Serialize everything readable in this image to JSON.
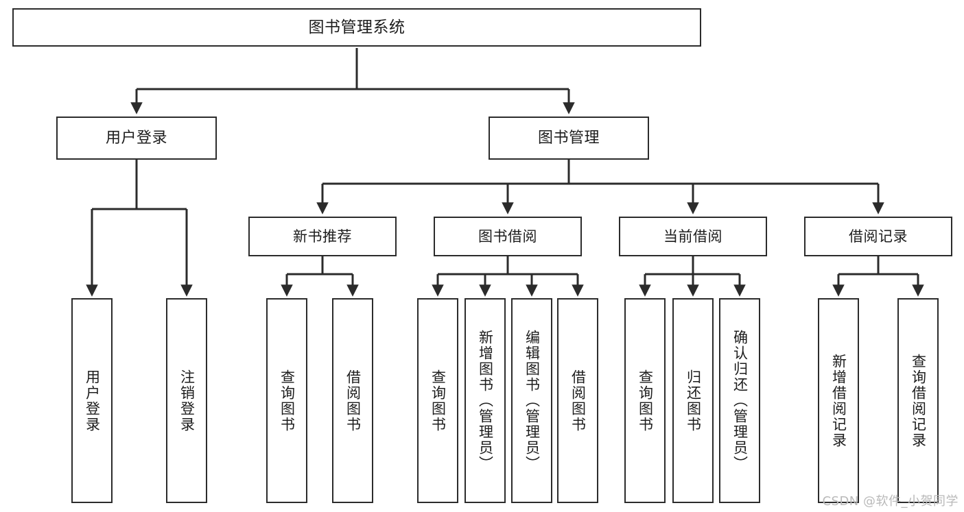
{
  "diagram": {
    "title": "图书管理系统",
    "watermark": "CSDN @软件_小贺同学",
    "line_color": "#2b2b2b",
    "box_fill": "#ffffff",
    "text_color": "#1c1c1c",
    "watermark_color": "#b9b9b9"
  },
  "nodes": {
    "root": {
      "label": "图书管理系统"
    },
    "level2": [
      {
        "label": "用户登录"
      },
      {
        "label": "图书管理"
      }
    ],
    "level3": [
      {
        "label": "新书推荐"
      },
      {
        "label": "图书借阅"
      },
      {
        "label": "当前借阅"
      },
      {
        "label": "借阅记录"
      }
    ],
    "leaves": {
      "user_login": [
        {
          "label": "用户登录"
        },
        {
          "label": "注销登录"
        }
      ],
      "new_book_recommend": [
        {
          "label": "查询图书"
        },
        {
          "label": "借阅图书"
        }
      ],
      "book_borrow": [
        {
          "label": "查询图书"
        },
        {
          "label": "新增图书（管理员）"
        },
        {
          "label": "编辑图书（管理员）"
        },
        {
          "label": "借阅图书"
        }
      ],
      "current_borrow": [
        {
          "label": "查询图书"
        },
        {
          "label": "归还图书"
        },
        {
          "label": "确认归还（管理员）"
        }
      ],
      "borrow_record": [
        {
          "label": "新增借阅记录"
        },
        {
          "label": "查询借阅记录"
        }
      ]
    }
  }
}
